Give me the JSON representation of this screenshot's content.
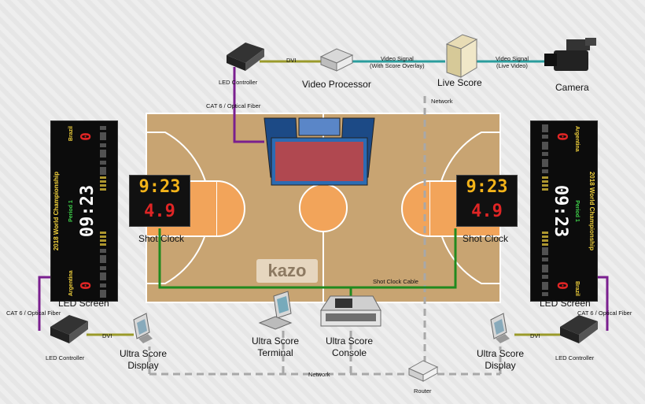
{
  "labels": {
    "led_controller_top": "LED Controller",
    "dvi_top": "DVI",
    "video_processor": "Video Processor",
    "video_signal_overlay": [
      "Video Signal",
      "(With Score Overlay)"
    ],
    "live_score": "Live Score",
    "video_signal_live": [
      "Video Signal",
      "(Live Video)"
    ],
    "camera": "Camera",
    "cat6_top": "CAT 6 / Optical Fiber",
    "network_top": "Network",
    "shot_clock_left": "Shot Clock",
    "shot_clock_right": "Shot Clock",
    "led_screen_left": "LED Screen",
    "led_screen_right": "LED Screen",
    "shot_clock_cable": "Shot Clock Cable",
    "cat6_left": "CAT 6 / Optical Fiber",
    "cat6_right": "CAT 6 / Optical Fiber",
    "dvi_left": "DVI",
    "dvi_right": "DVI",
    "led_controller_left": "LED Controller",
    "led_controller_right": "LED Controller",
    "ultra_score_display_left": [
      "Ultra Score",
      "Display"
    ],
    "ultra_score_terminal": [
      "Ultra Score",
      "Terminal"
    ],
    "ultra_score_console": [
      "Ultra Score",
      "Console"
    ],
    "ultra_score_display_right": [
      "Ultra Score",
      "Display"
    ],
    "network_bottom": "Network",
    "router": "Router",
    "court_logo": "kazo"
  },
  "shot_clock": {
    "game_time": "9:23",
    "shot_time": "4.9"
  },
  "led_board": {
    "title": "2018 World Championship",
    "team_home": "Argentina",
    "team_away": "Brazil",
    "score_home": "0",
    "score_away": "0",
    "period": "Period 1",
    "clock": "09:23"
  },
  "colors": {
    "fiber": "#7a1f8f",
    "dvi": "#9a9a2a",
    "video": "#2a9d9d",
    "shot_clock_cable": "#1f8a1f",
    "network": "#a8a8a8",
    "court": "#c8a472",
    "key": "#f2a45a"
  },
  "icons": [
    "led-controller-icon",
    "video-processor-icon",
    "server-icon",
    "camera-icon",
    "monitor-icon",
    "terminal-icon",
    "console-icon",
    "router-icon",
    "jumbotron-icon"
  ]
}
